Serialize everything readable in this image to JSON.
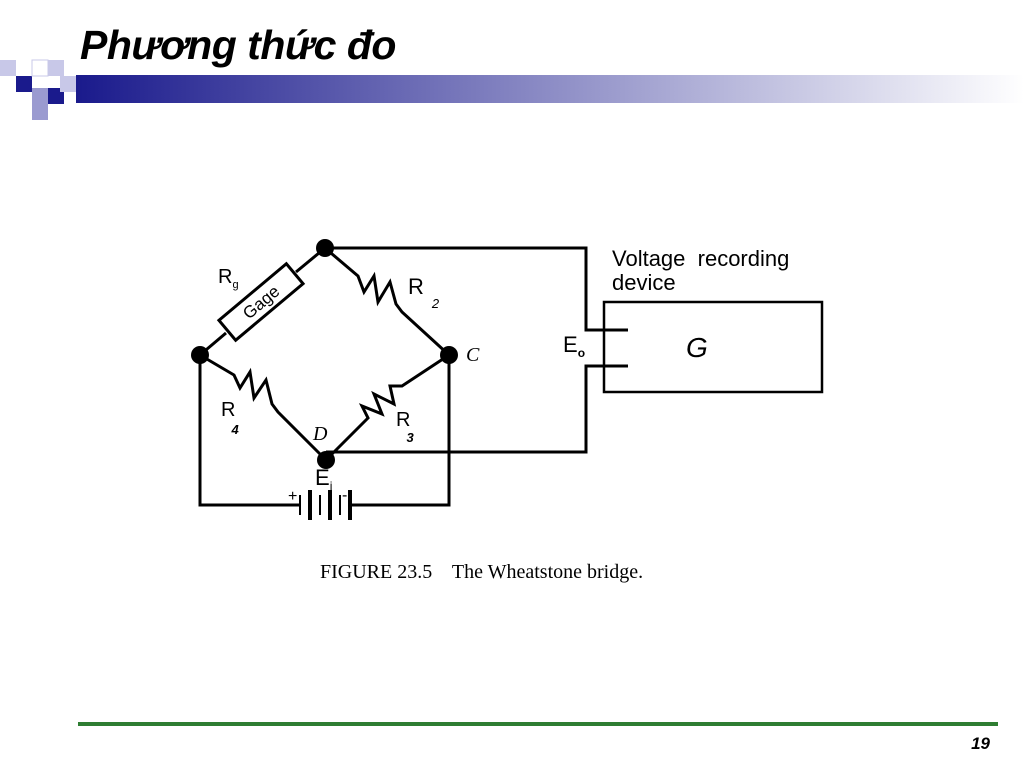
{
  "slide": {
    "title": "Phương thức đo",
    "page_number": "19"
  },
  "diagram": {
    "gage_resistor_label": "R",
    "gage_resistor_subscript": "g",
    "gage_text": "Gage",
    "r2_label": "R",
    "r2_subscript": "2",
    "r3_label": "R",
    "r3_subscript": "3",
    "r4_label": "R",
    "r4_subscript": "4",
    "node_c": "C",
    "node_d": "D",
    "output_label": "E",
    "output_subscript": "o",
    "input_label": "E",
    "input_subscript": "i",
    "battery_plus": "+",
    "battery_minus": "-",
    "device_label_line1": "Voltage  recording",
    "device_label_line2": "device",
    "device_symbol": "G",
    "caption": "FIGURE 23.5    The Wheatstone bridge."
  },
  "colors": {
    "header_bar_dark": "#1a1a8c",
    "footer_line": "#2e7d32"
  }
}
